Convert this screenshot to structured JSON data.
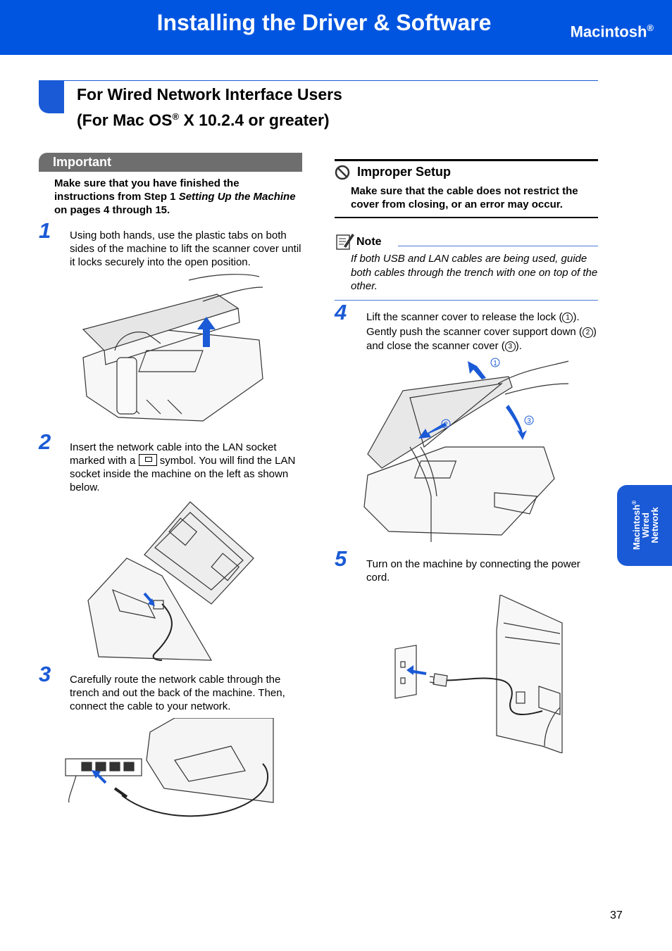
{
  "header": {
    "title": "Installing the Driver & Software",
    "subtitle": "Macintosh",
    "subtitle_sup": "®"
  },
  "section": {
    "title_line1": "For Wired Network Interface Users",
    "title_line2_pre": "(For Mac OS",
    "title_line2_sup": "®",
    "title_line2_post": " X 10.2.4 or greater)"
  },
  "important": {
    "label": "Important",
    "text_pre": "Make sure that you have finished the instructions from Step 1 ",
    "text_em": "Setting Up the Machine",
    "text_post": " on pages 4 through 15."
  },
  "steps": [
    {
      "num": "1",
      "text": "Using both hands, use the plastic tabs on both sides of the machine to lift the scanner cover until it locks securely into the open position."
    },
    {
      "num": "2",
      "text_pre": "Insert the network cable into the LAN socket marked with a ",
      "text_post": " symbol. You will find the LAN socket inside the machine on the left as shown below."
    },
    {
      "num": "3",
      "text": "Carefully route the network cable through the trench and out the back of the machine. Then, connect the cable to your network."
    },
    {
      "num": "4",
      "text_a": "Lift the scanner cover to release the lock (",
      "text_b": "). Gently push the scanner cover support down (",
      "text_c": ") and close the scanner cover (",
      "text_d": ")."
    },
    {
      "num": "5",
      "text": "Turn on the machine by connecting the power cord."
    }
  ],
  "markers": [
    "1",
    "2",
    "3"
  ],
  "improper": {
    "title": "Improper Setup",
    "text": "Make sure that the cable does not restrict the cover from closing, or an error may occur."
  },
  "note": {
    "label": "Note",
    "text": "If both USB and LAN cables are being used, guide both cables through the trench with one on top of the other."
  },
  "side_tab": {
    "line1": "Macintosh",
    "line1_sup": "®",
    "line2": "Wired",
    "line3": "Network"
  },
  "page_number": "37",
  "colors": {
    "banner": "#0055e0",
    "accent": "#1b5ad6",
    "important_bar": "#6e6e6e"
  }
}
